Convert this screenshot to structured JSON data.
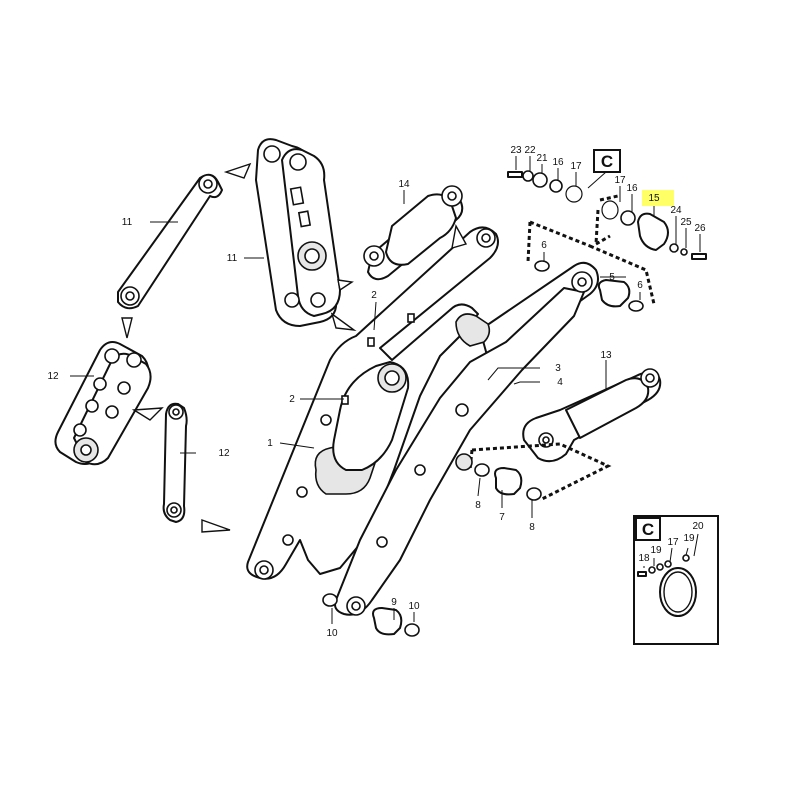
{
  "highlight_color": "#ffff66",
  "callouts": {
    "c1": "1",
    "c2a": "2",
    "c2b": "2",
    "c3": "3",
    "c4": "4",
    "c5": "5",
    "c6a": "6",
    "c6b": "6",
    "c7": "7",
    "c8a": "8",
    "c8b": "8",
    "c9": "9",
    "c10a": "10",
    "c10b": "10",
    "c11a": "11",
    "c11b": "11",
    "c12a": "12",
    "c12b": "12",
    "c13": "13",
    "c14": "14",
    "c15": "15",
    "c16a": "16",
    "c16b": "16",
    "c17a": "17",
    "c17b": "17",
    "c21": "21",
    "c22": "22",
    "c23": "23",
    "c24": "24",
    "c25": "25",
    "c26": "26"
  },
  "detail_c": {
    "letter": "C",
    "labels": {
      "c18": "18",
      "c19a": "19",
      "c19b": "19",
      "c17": "17",
      "c20": "20"
    }
  },
  "view_marker": {
    "letter": "C"
  }
}
